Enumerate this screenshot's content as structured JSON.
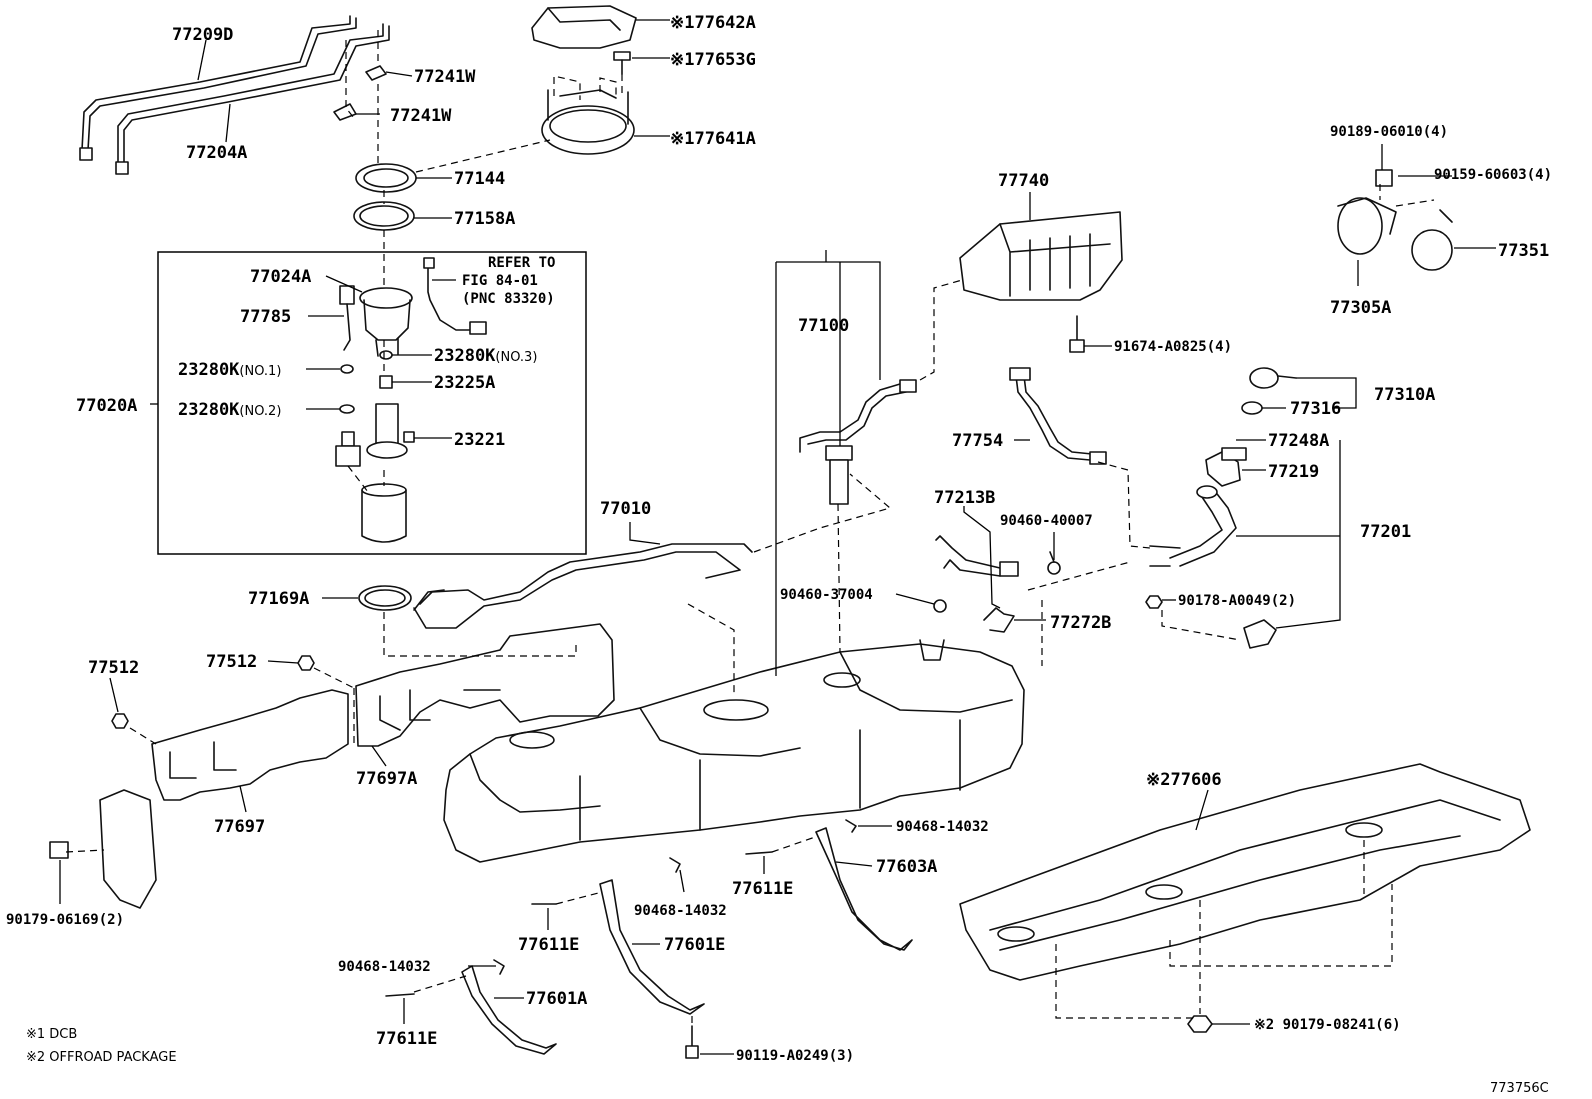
{
  "labels": {
    "p77209D": "77209D",
    "p77204A": "77204A",
    "p77241W_1": "77241W",
    "p77241W_2": "77241W",
    "p77642A": "※177642A",
    "p77653G": "※177653G",
    "p77641A": "※177641A",
    "p77144": "77144",
    "p77158A": "77158A",
    "p77024A": "77024A",
    "refer1": "REFER TO",
    "refer2": "FIG 84-01",
    "refer3": "(PNC 83320)",
    "p77785": "77785",
    "p23280K_no3_code": "23280K",
    "p23280K_no3_suffix": "(NO.3)",
    "p23280K_no1_code": "23280K",
    "p23280K_no1_suffix": "(NO.1)",
    "p23225A": "23225A",
    "p77020A": "77020A",
    "p23280K_no2_code": "23280K",
    "p23280K_no2_suffix": "(NO.2)",
    "p23221": "23221",
    "p77010": "77010",
    "p77169A": "77169A",
    "p77512_a": "77512",
    "p77512_b": "77512",
    "p77697A": "77697A",
    "p77697": "77697",
    "p90179_06169": "90179-06169(2)",
    "p77740": "77740",
    "p91674": "91674-A0825(4)",
    "p77100": "77100",
    "p77754": "77754",
    "p77213B": "77213B",
    "p90460_40007": "90460-40007",
    "p90460_37004": "90460-37004",
    "p77272B": "77272B",
    "p90189": "90189-06010(4)",
    "p90159": "90159-60603(4)",
    "p77351": "77351",
    "p77305A": "77305A",
    "p77316": "77316",
    "p77310A": "77310A",
    "p77248A": "77248A",
    "p77219": "77219",
    "p77201": "77201",
    "p90178": "90178-A0049(2)",
    "p77606": "※277606",
    "p90468_a": "90468-14032",
    "p77603A": "77603A",
    "p77611E_a": "77611E",
    "p90468_b": "90468-14032",
    "p77611E_b": "77611E",
    "p77601E": "77601E",
    "p90468_c": "90468-14032",
    "p77601A": "77601A",
    "p77611E_c": "77611E",
    "p90119": "90119-A0249(3)",
    "p90179_08241": "※2 90179-08241(6)"
  },
  "legend": {
    "note1": "※1 DCB",
    "note2": "※2 OFFROAD PACKAGE"
  },
  "figure_code": "773756C"
}
